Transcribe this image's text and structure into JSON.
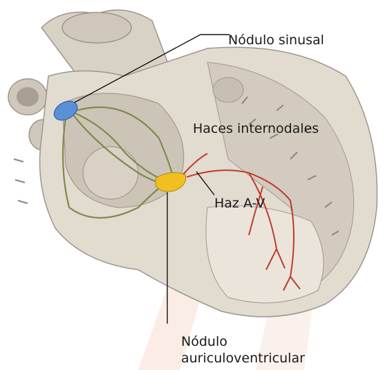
{
  "diagram": {
    "labels": {
      "nodulo_sinusal": "Nódulo sinusal",
      "haces_internodales": "Haces internodales",
      "haz_av": "Haz A-V",
      "nodulo_av_line1": "Nódulo",
      "nodulo_av_line2": "auriculoventricular"
    },
    "colors": {
      "tissue": "#ddd6cc",
      "tissue_shadow": "#b9b0a4",
      "sinus_node": "#5b8fd6",
      "av_node": "#f0c020",
      "internodal_pathways": "#7c8a4a",
      "purkinje_fibers": "#c0392b",
      "watermark": "#f6d8c8"
    }
  }
}
